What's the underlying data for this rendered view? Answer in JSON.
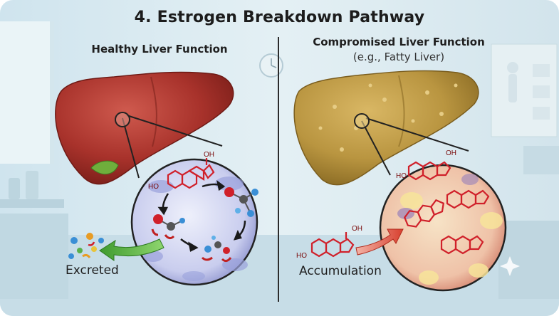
{
  "title": "4. Estrogen Breakdown Pathway",
  "left_panel": {
    "heading": "Healthy Liver Function",
    "outcome_label": "Excreted",
    "chem_labels": {
      "hydroxyl_a": "HO",
      "hydroxyl_b": "OH"
    }
  },
  "right_panel": {
    "heading": "Compromised Liver Function",
    "subheading": "(e.g., Fatty Liver)",
    "outcome_label": "Accumulation",
    "chem_labels": {
      "hydroxyl_a": "HO",
      "hydroxyl_b": "OH"
    }
  },
  "colors": {
    "healthy_liver": "#a8322b",
    "fatty_liver": "#b99540",
    "arrow_green": "#4fae3a",
    "arrow_red": "#d8402f",
    "molecule_red": "#d0202a"
  }
}
